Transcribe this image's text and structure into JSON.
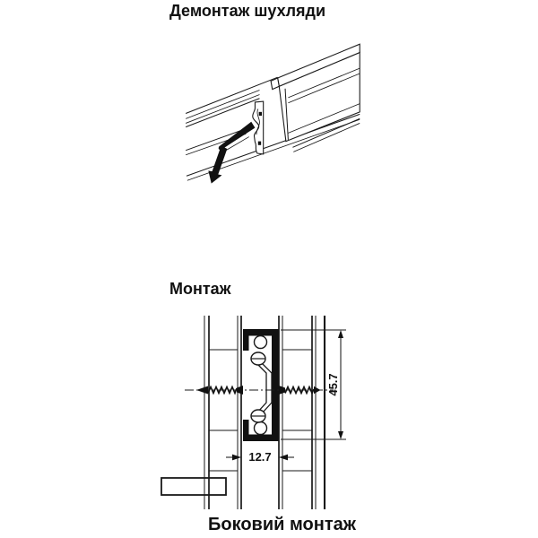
{
  "illustration": {
    "background": "#ffffff",
    "line_color": "#1a1a1a",
    "sections": [
      {
        "id": "removal",
        "title": "Демонтаж шухляди"
      },
      {
        "id": "mounting",
        "title": "Монтаж"
      },
      {
        "id": "side_mounting",
        "title": "Боковий монтаж"
      }
    ],
    "dimensions": {
      "slide_height": "45.7",
      "slide_clearance": "12.7"
    }
  }
}
